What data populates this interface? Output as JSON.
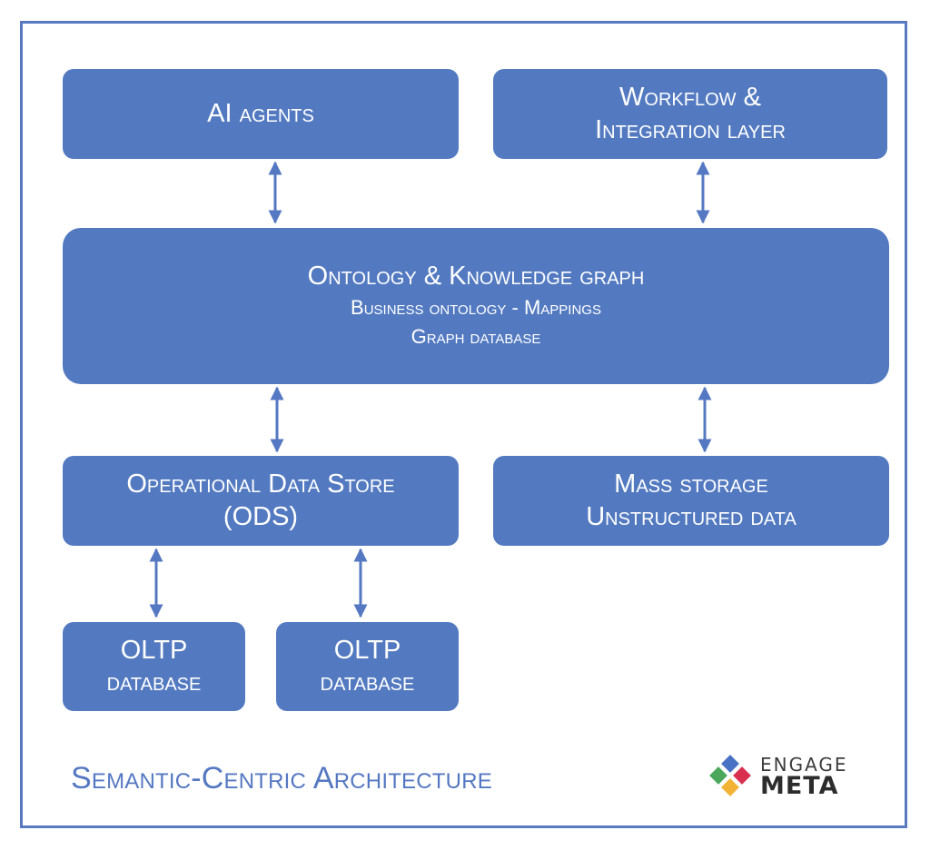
{
  "nodes": {
    "ai_agents": {
      "line1": "AI agents"
    },
    "workflow": {
      "line1": "Workflow &",
      "line2": "Integration layer"
    },
    "ontology": {
      "title": "Ontology & Knowledge graph",
      "sub1": "Business ontology - Mappings",
      "sub2": "Graph database"
    },
    "ods": {
      "line1": "Operational Data Store",
      "line2": "(ODS)"
    },
    "mass_storage": {
      "line1": "Mass storage",
      "line2": "Unstructured data"
    },
    "oltp_1": {
      "line1": "OLTP",
      "line2": "database"
    },
    "oltp_2": {
      "line1": "OLTP",
      "line2": "database"
    }
  },
  "caption": "Semantic-Centric Architecture",
  "logo": {
    "line1": "ENGAGE",
    "line2": "META"
  },
  "colors": {
    "box_fill": "#537ac1",
    "frame": "#5a7ac0",
    "arrow": "#5578c2",
    "caption": "#5578c2",
    "logo_blue": "#4a72c4",
    "logo_red": "#d9304f",
    "logo_green": "#4aa75c",
    "logo_yellow": "#f2b233"
  }
}
